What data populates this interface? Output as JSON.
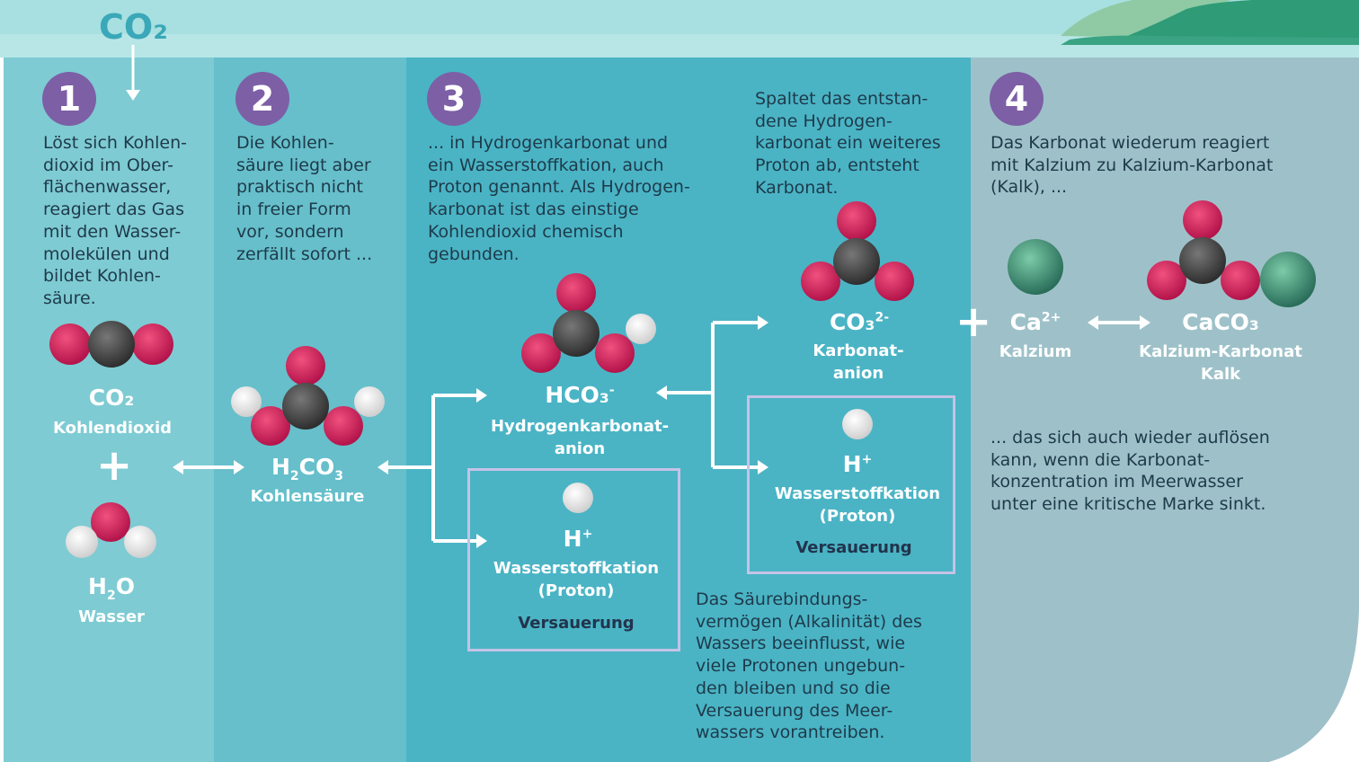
{
  "colors": {
    "sky": "#a8dfe0",
    "col1": "#7ecbd3",
    "col2": "#66bfcb",
    "col3": "#4ab4c5",
    "col4": "#9ec1c9",
    "step_badge": "#7d5fa6",
    "oxygen": "#d8245d",
    "carbon": "#555555",
    "hydrogen": "#f2f2f2",
    "calcium": "#3f9e78",
    "box_border": "#c5c3e6",
    "text": "#1e3a4a"
  },
  "header": {
    "co2_label": "CO₂"
  },
  "steps": [
    {
      "number": "1",
      "text": "Löst sich Kohlen-\ndioxid im Ober-\nflächenwasser,\nreagiert das Gas\nmit den Wasser-\nmolekülen und\nbildet Kohlen-\nsäure."
    },
    {
      "number": "2",
      "text": "Die Kohlen-\nsäure liegt aber\npraktisch nicht\nin freier Form\nvor, sondern\nzerfällt sofort ..."
    },
    {
      "number": "3",
      "text": "... in Hydrogenkarbonat und\nein Wasserstoffkation, auch\nProton genannt. Als Hydrogen-\nkarbonat ist das einstige\nKohlendioxid chemisch\ngebunden."
    },
    {
      "number": "4",
      "text": "Das Karbonat wiederum reagiert\nmit Kalzium zu Kalzium-Karbonat\n(Kalk), ..."
    }
  ],
  "step3b_text": "Spaltet das entstan-\ndene Hydrogen-\nkarbonat ein weiteres\nProton ab, entsteht\nKarbonat.",
  "step4b_text": "... das sich auch wieder auflösen\nkann, wenn die Karbonat-\nkonzentration im Meerwasser\nunter eine kritische Marke sinkt.",
  "alkalinity_text": "Das Säurebindungs-\nvermögen (Alkalinität) des\nWassers beeinflusst, wie\nviele Protonen ungebun-\nden bleiben und so die\nVersauerung des Meer-\nwassers vorantreiben.",
  "molecules": {
    "co2": {
      "formula": "CO₂",
      "name": "Kohlendioxid"
    },
    "h2o": {
      "formula_main": "H",
      "formula_sub": "2",
      "formula_end": "O",
      "name": "Wasser"
    },
    "h2co3": {
      "f1": "H",
      "s1": "2",
      "f2": "CO",
      "s2": "3",
      "name": "Kohlensäure"
    },
    "hco3": {
      "formula": "HCO₃",
      "sup": "-",
      "name": "Hydrogenkarbonat-\nanion"
    },
    "proton1": {
      "formula": "H",
      "sup": "+",
      "name": "Wasserstoffkation\n(Proton)",
      "tag": "Versauerung"
    },
    "co3": {
      "formula": "CO₃",
      "sup": "2-",
      "name": "Karbonat-\nanion"
    },
    "proton2": {
      "formula": "H",
      "sup": "+",
      "name": "Wasserstoffkation\n(Proton)",
      "tag": "Versauerung"
    },
    "ca": {
      "formula": "Ca",
      "sup": "2+",
      "name": "Kalzium"
    },
    "caco3": {
      "formula": "CaCO₃",
      "name": "Kalzium-Karbonat\nKalk"
    }
  },
  "plus_sign": "+"
}
